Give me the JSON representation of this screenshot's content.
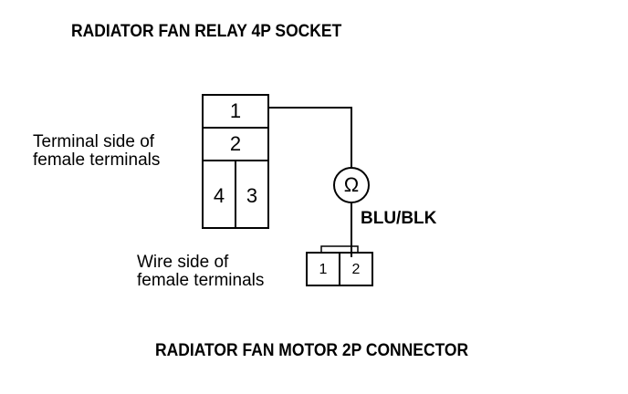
{
  "relay_socket": {
    "title": "RADIATOR FAN RELAY 4P SOCKET",
    "side_label_line1": "Terminal side of",
    "side_label_line2": "female terminals",
    "terminals": [
      "1",
      "2",
      "4",
      "3"
    ]
  },
  "meter": {
    "symbol": "Ω",
    "wire_color": "BLU/BLK"
  },
  "motor_connector": {
    "title": "RADIATOR FAN MOTOR 2P CONNECTOR",
    "side_label_line1": "Wire side of",
    "side_label_line2": "female terminals",
    "terminals": [
      "1",
      "2"
    ]
  }
}
